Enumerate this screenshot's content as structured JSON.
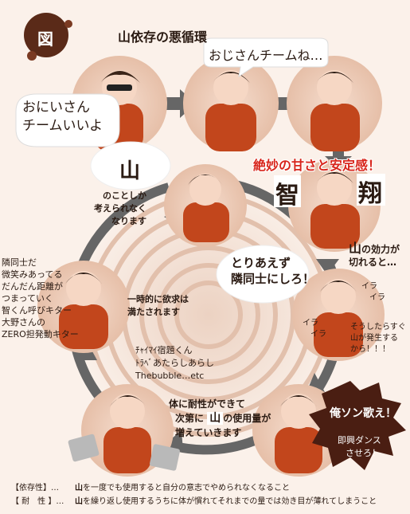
{
  "header": {
    "badge": "図",
    "title_kanji": "山",
    "title_rest": "依存の悪循環"
  },
  "top_row": {
    "bubble_left": [
      "おにいさん",
      "チームいいよ"
    ],
    "bubble_mid": "おじさんチームね…"
  },
  "right_col": {
    "sweet_label": "絶妙の甘さと安定感！",
    "stamp_left": "智",
    "stamp_right": "翔",
    "wears_off_kanji": "山",
    "wears_off": [
      "の効力が",
      "切れると…"
    ]
  },
  "center": {
    "cloud_kanji": "山",
    "cloud_caption": [
      "のことしか",
      "考えられなく",
      "なります"
    ],
    "satisfied": [
      "一時的に欲求は",
      "満たされます"
    ],
    "tolerance_line1": "体に耐性ができて",
    "tolerance_line2_pre": "次第に",
    "tolerance_kanji": "山",
    "tolerance_line2_post": "の使用量が",
    "tolerance_line3": "増えていきます"
  },
  "right_mid": {
    "neighbor_bubble": [
      "とりあえず",
      "隣同士にしろ！"
    ],
    "ira1": "イラ",
    "ira2": "イラ",
    "ira3": "イラ",
    "ira4": "イラ",
    "cause": [
      "そうしたらすぐ",
      "山が発生する",
      "から！！！"
    ]
  },
  "left_mid": {
    "notes": [
      "隣同士だ",
      "微笑みあってる",
      "だんだん距離が",
      "つまっていく",
      "智くん呼びキター",
      "大野さんの",
      "ZERO担発動キター"
    ]
  },
  "lower_left": {
    "list": [
      "ﾁｬｲﾏｲ宿題くん",
      "ﾄﾗﾍﾞあたらしあらし",
      "Thebubble…etc"
    ]
  },
  "burst": {
    "line1": "俺ソン歌え！",
    "line2": "即興ダンス",
    "line3": "させろ！"
  },
  "footer": {
    "rows": [
      {
        "label": "【依存性】…",
        "kanji": "山",
        "text": "を一度でも使用すると自分の意志でやめられなくなること"
      },
      {
        "label": "【 耐　性 】…",
        "kanji": "山",
        "text": "を繰り返し使用するうちに体が慣れてそれまでの量では効き目が薄れてしまうこと"
      }
    ]
  },
  "colors": {
    "background": "#fbf1ea",
    "shirt": "#c2461c",
    "arrow": "#666666",
    "accent_red": "#d8261c",
    "badge": "#5a2a18"
  }
}
